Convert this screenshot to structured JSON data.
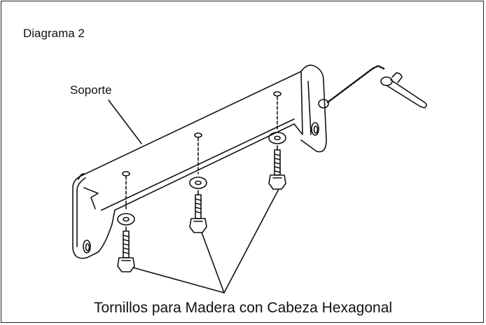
{
  "diagram": {
    "title": "Diagrama 2",
    "labels": {
      "bracket": "Soporte",
      "screws": "Tornillos para Madera con Cabeza Hexagonal"
    },
    "parts": [
      {
        "name": "bracket",
        "count": 1
      },
      {
        "name": "washer",
        "count": 3
      },
      {
        "name": "hex-head-wood-screw",
        "count": 3
      },
      {
        "name": "pin-with-chain",
        "count": 1
      }
    ],
    "colors": {
      "line": "#111111",
      "background": "#ffffff"
    }
  }
}
